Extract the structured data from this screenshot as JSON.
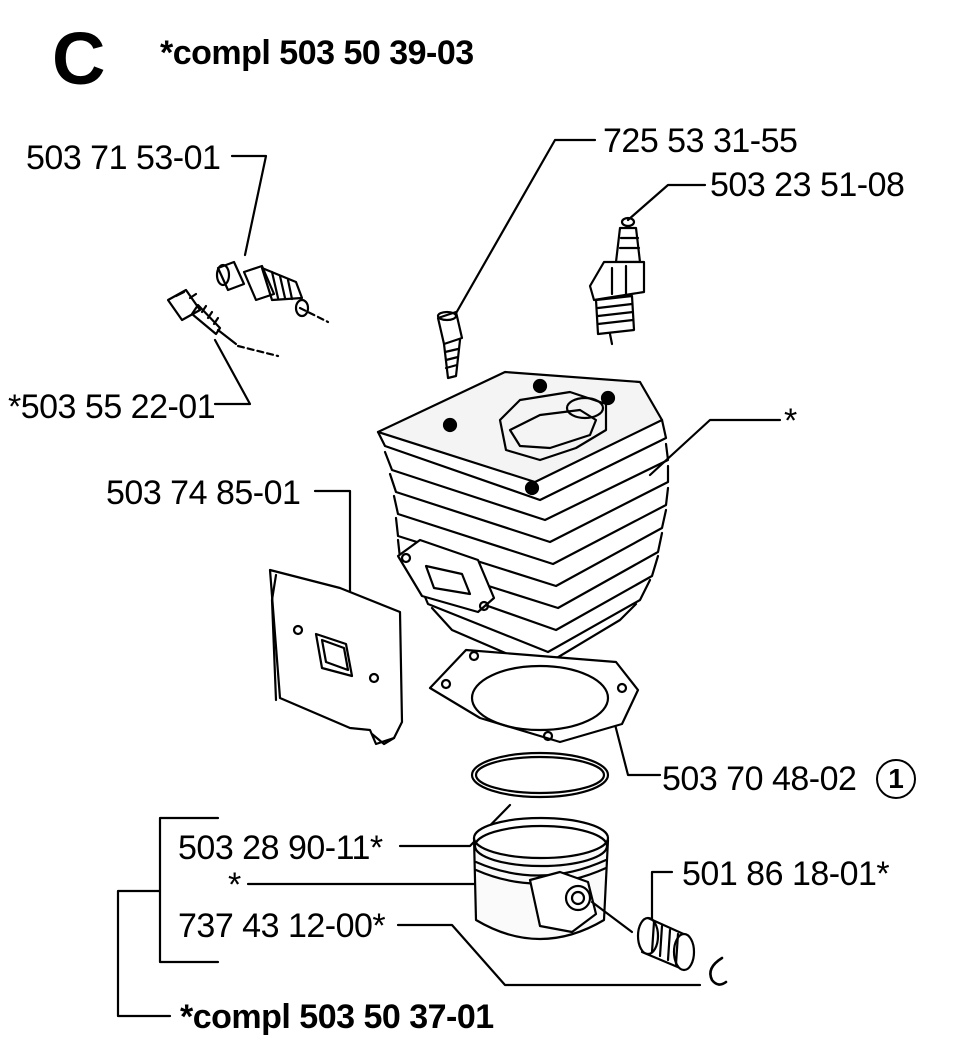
{
  "header": {
    "section_letter": "C",
    "assembly_label": "*compl 503 50 39-03"
  },
  "labels": {
    "p_725533155": "725 53 31-55",
    "p_503235108": "503 23 51-08",
    "p_503715301": "503 71 53-01",
    "p_503552201": "*503 55 22-01",
    "p_star_cylinder": "*",
    "p_503748501": "503 74 85-01",
    "p_503704802": "503 70 48-02",
    "p_503704802_note": "1",
    "p_503289011": "503 28 90-11*",
    "p_star_piston": "*",
    "p_501861801": "501 86 18-01*",
    "p_737431200": "737 43 12-00*"
  },
  "footer": {
    "assembly_label": "*compl 503 50 37-01"
  }
}
